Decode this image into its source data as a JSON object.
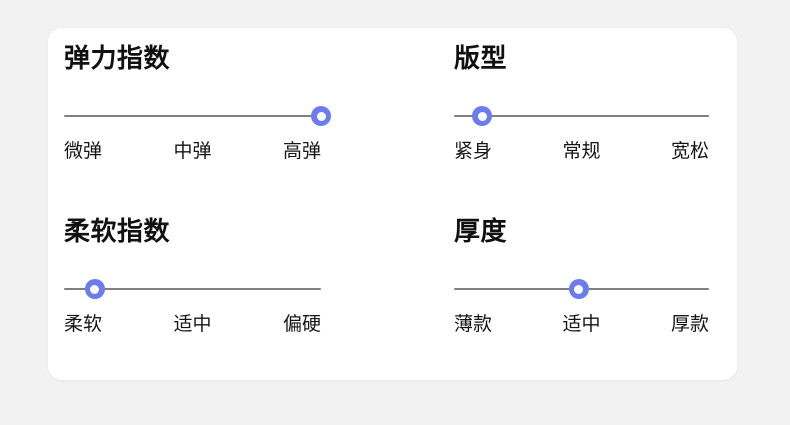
{
  "theme": {
    "page_background": "#f2f2f2",
    "card_background": "#ffffff",
    "accent": "#6b7cf0",
    "track": "#808080",
    "title_color": "#111111",
    "label_color": "#161616"
  },
  "card": {
    "groups": [
      {
        "id": "elasticity",
        "title": "弹力指数",
        "position": "top-left",
        "selected_index": 2,
        "thumb_percent": 100,
        "options": [
          "微弹",
          "中弹",
          "高弹"
        ],
        "selected_value": "高弹"
      },
      {
        "id": "fit",
        "title": "版型",
        "position": "top-right",
        "selected_index": 0,
        "thumb_percent": 11,
        "options": [
          "紧身",
          "常规",
          "宽松"
        ],
        "selected_value": "紧身"
      },
      {
        "id": "softness",
        "title": "柔软指数",
        "position": "bottom-left",
        "selected_index": 0,
        "thumb_percent": 12,
        "options": [
          "柔软",
          "适中",
          "偏硬"
        ],
        "selected_value": "柔软"
      },
      {
        "id": "thickness",
        "title": "厚度",
        "position": "bottom-right",
        "selected_index": 1,
        "thumb_percent": 49,
        "options": [
          "薄款",
          "适中",
          "厚款"
        ],
        "selected_value": "适中"
      }
    ]
  }
}
